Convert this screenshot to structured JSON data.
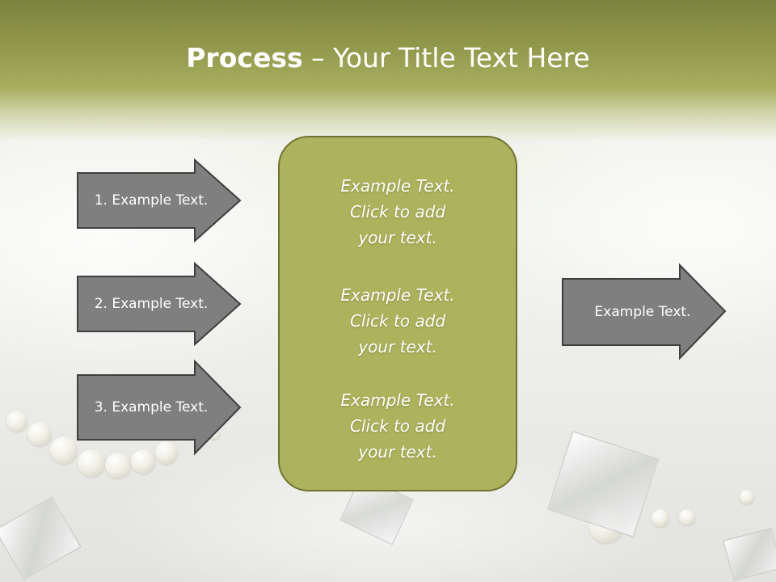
{
  "slide": {
    "title_bold": "Process",
    "title_rest": " – Your Title Text Here"
  },
  "left_arrows": [
    {
      "label": "1. Example Text."
    },
    {
      "label": "2. Example Text."
    },
    {
      "label": "3. Example Text."
    }
  ],
  "center_box": {
    "paragraphs": [
      {
        "text": "Example Text.\nClick  to add\nyour text."
      },
      {
        "text": "Example Text.\nClick  to add\nyour text."
      },
      {
        "text": "Example Text.\nClick  to add\nyour text."
      }
    ]
  },
  "right_arrow": {
    "label": "Example Text."
  },
  "colors": {
    "header_olive": "#8f9649",
    "box_fill": "#adb35c",
    "box_border": "#6f7432",
    "arrow_fill": "#7f7f7f",
    "arrow_border": "#3f3f3f"
  }
}
